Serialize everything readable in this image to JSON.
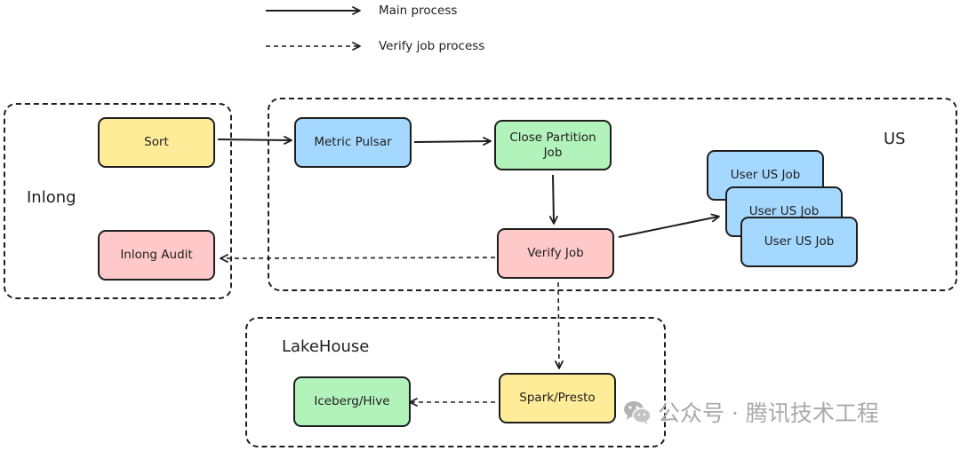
{
  "legend": {
    "main": "Main process",
    "verify": "Verify job process"
  },
  "groups": {
    "inlong": "Inlong",
    "us": "US",
    "lakehouse": "LakeHouse"
  },
  "nodes": {
    "sort": "Sort",
    "metric_pulsar": "Metric Pulsar",
    "close_partition_job": "Close Partition\nJob",
    "inlong_audit": "Inlong Audit",
    "verify_job": "Verify Job",
    "user_us_job_1": "User US Job",
    "user_us_job_2": "User US Job",
    "user_us_job_3": "User US Job",
    "spark_presto": "Spark/Presto",
    "iceberg_hive": "Iceberg/Hive"
  },
  "colors": {
    "yellow": "#ffec99",
    "blue": "#a5d8ff",
    "green": "#b2f2bb",
    "red": "#ffc9c9",
    "stroke": "#1e1e1e",
    "watermark": "#a9a9a9"
  },
  "watermark": {
    "icon": "wechat-icon",
    "text": "公众号 · 腾讯技术工程"
  }
}
